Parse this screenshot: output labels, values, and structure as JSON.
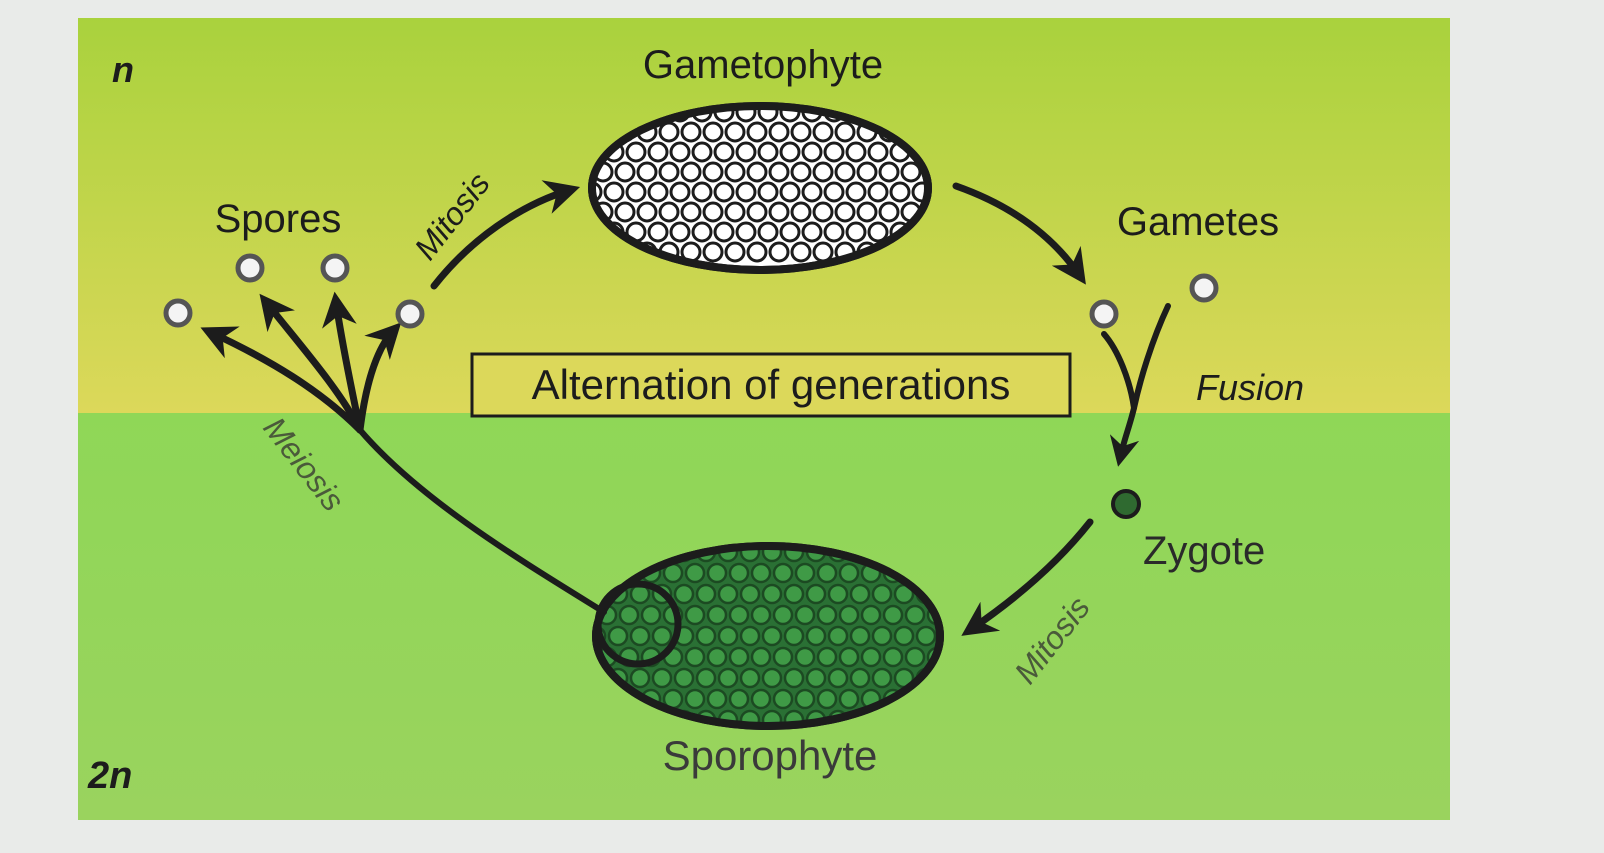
{
  "labels": {
    "haploid": "n",
    "diploid": "2n",
    "gametophyte": "Gametophyte",
    "sporophyte": "Sporophyte",
    "spores": "Spores",
    "gametes": "Gametes",
    "zygote": "Zygote",
    "mitosis_top": "Mitosis",
    "mitosis_bottom": "Mitosis",
    "meiosis": "Meiosis",
    "fusion": "Fusion",
    "center_title": "Alternation of generations"
  },
  "colors": {
    "page_background": "#e9ebe9",
    "haploid_band": "#d2dc58",
    "diploid_band": "#90d658",
    "gametophyte_fill": "#f4f4ec",
    "sporophyte_fill": "#2f7a38",
    "sporophyte_cell": "#3f9a46",
    "zygote_fill": "#2f6a30",
    "ink": "#1c1c1c"
  }
}
